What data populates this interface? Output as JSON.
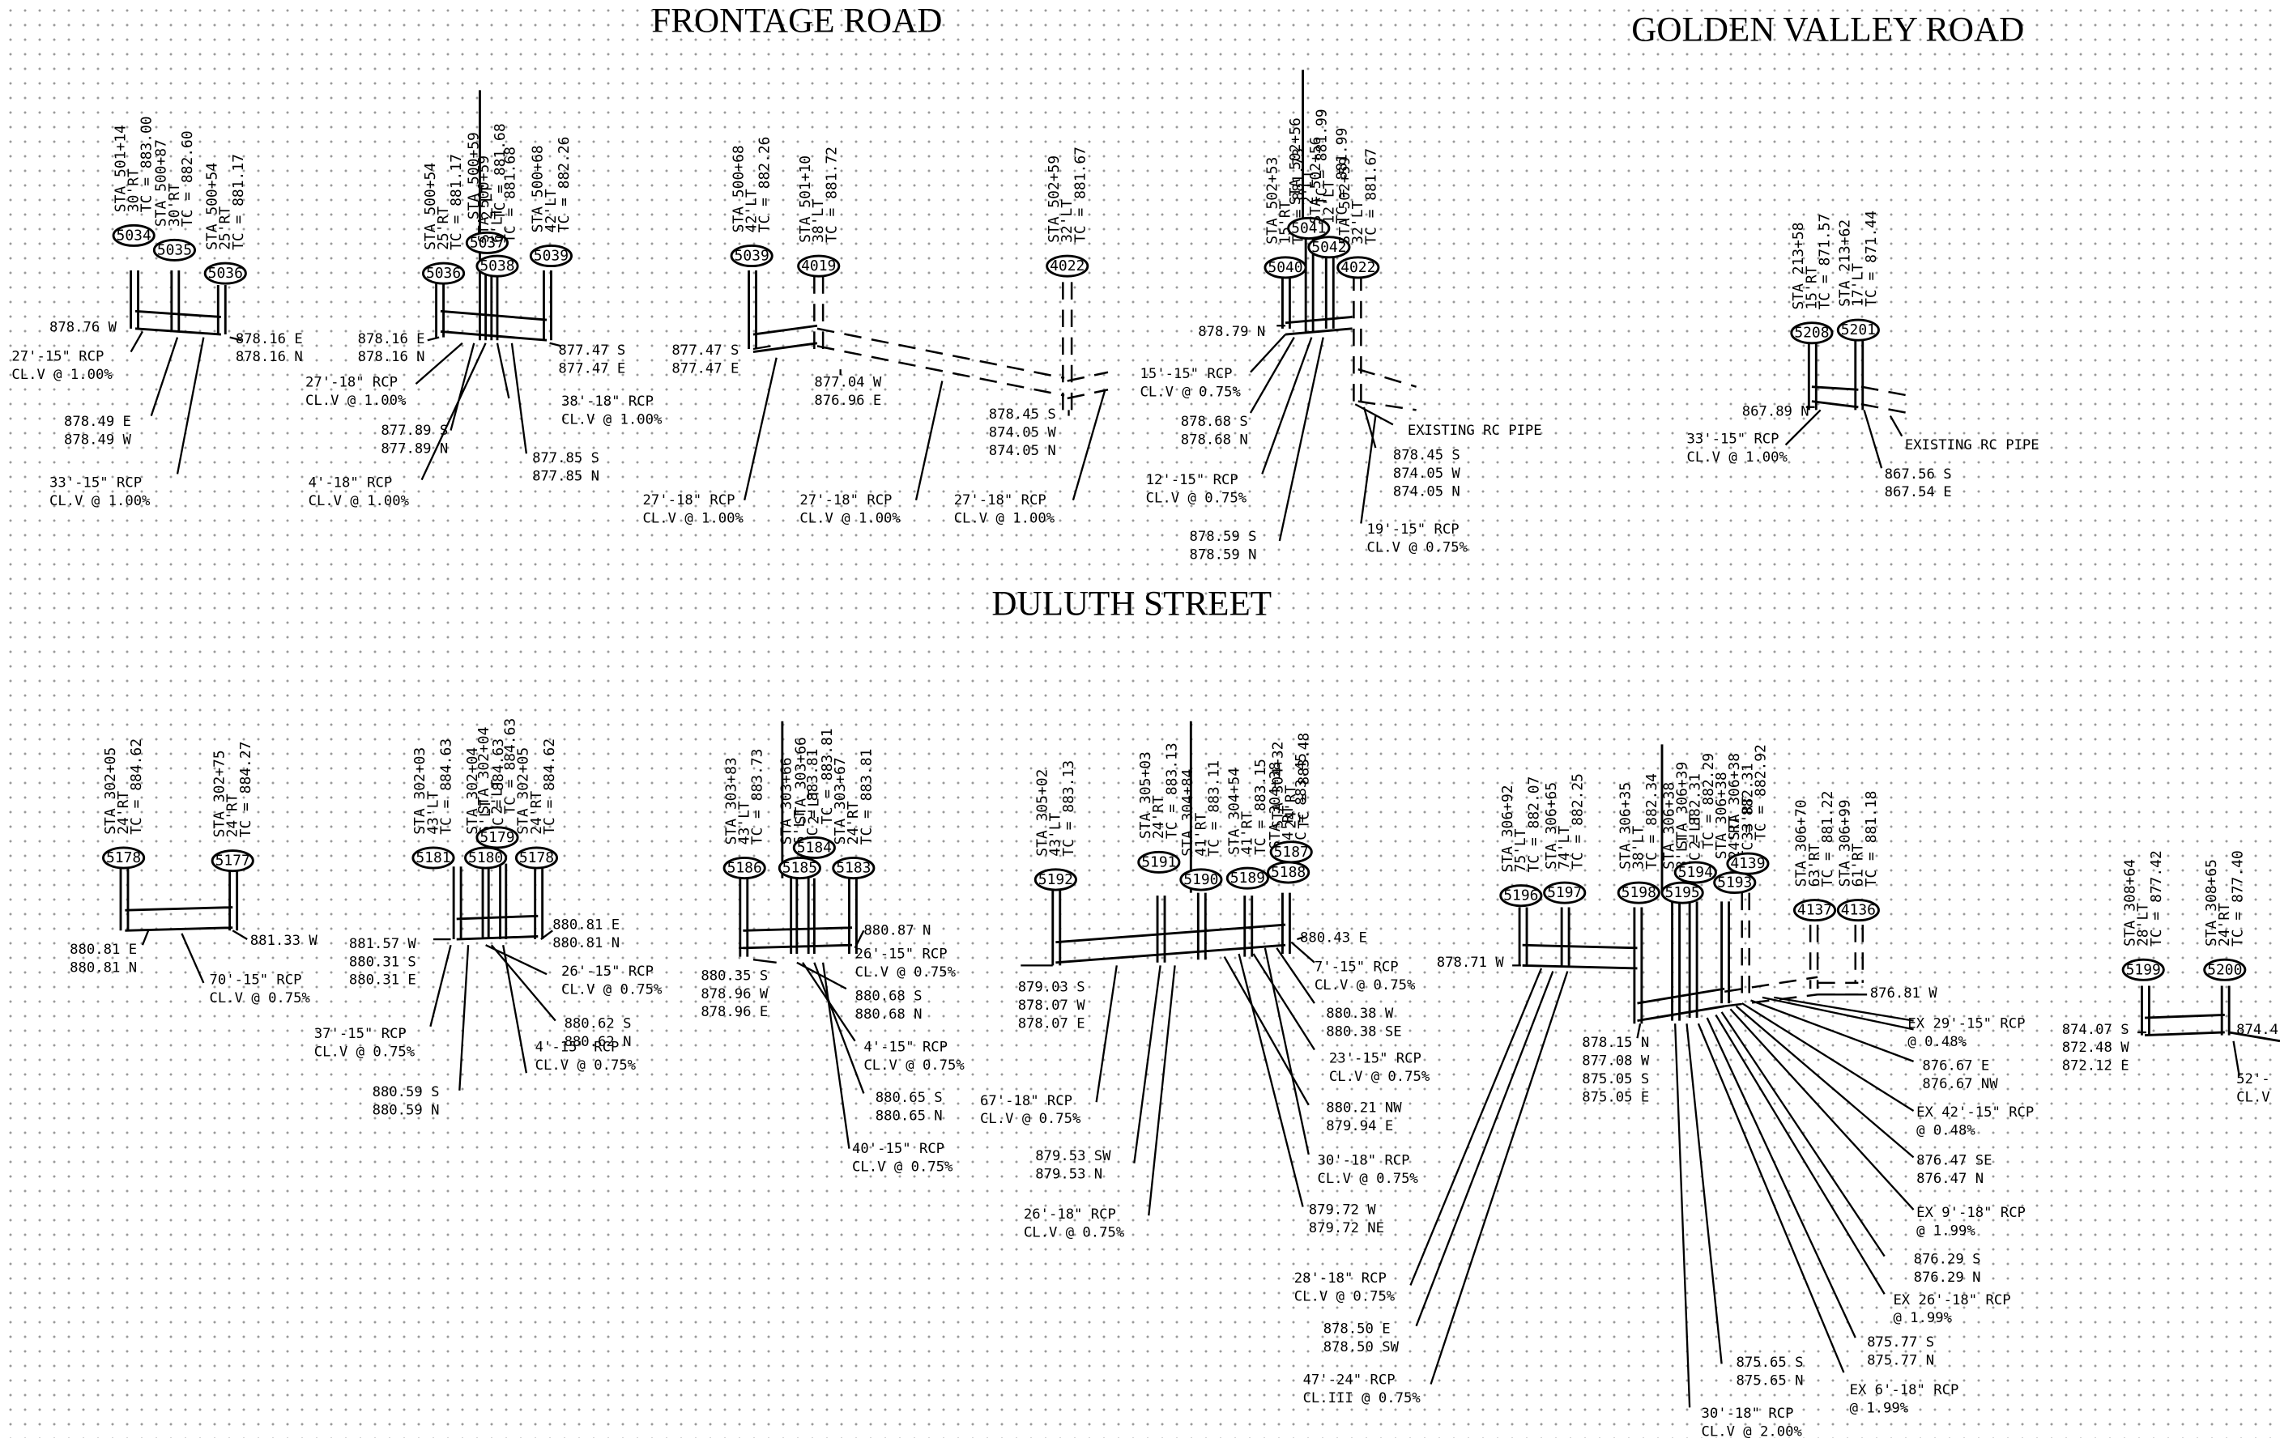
{
  "titles": {
    "frontage": "FRONTAGE ROAD",
    "golden_valley": "GOLDEN VALLEY ROAD",
    "duluth": "DULUTH STREET"
  },
  "structures": [
    {
      "id": "5034",
      "lines": [
        "STA 501+14",
        "30'RT",
        "TC = 883.00"
      ]
    },
    {
      "id": "5035",
      "lines": [
        "STA 500+87",
        "30'RT",
        "TC = 882.60"
      ]
    },
    {
      "id": "5036",
      "lines": [
        "STA 500+54",
        "25'RT",
        "TC = 881.17"
      ]
    },
    {
      "id": "5036",
      "lines": [
        "STA 500+54",
        "25'RT",
        "TC = 881.17"
      ]
    },
    {
      "id": "5037",
      "lines": [
        "STA 500+59",
        "2'LT",
        "TC = 881.68"
      ]
    },
    {
      "id": "5038",
      "lines": [
        "STA 500+59",
        "6'LT",
        "TC = 881.68"
      ]
    },
    {
      "id": "5039",
      "lines": [
        "STA 500+68",
        "42'LT",
        "TC = 882.26"
      ]
    },
    {
      "id": "5039",
      "lines": [
        "STA 500+68",
        "42'LT",
        "TC = 882.26"
      ]
    },
    {
      "id": "4019",
      "lines": [
        "STA 501+10",
        "38'LT",
        "TC = 881.72"
      ]
    },
    {
      "id": "4022",
      "lines": [
        "STA 502+59",
        "32'LT",
        "TC = 881.67"
      ]
    },
    {
      "id": "5040",
      "lines": [
        "STA 502+53",
        "15'RT",
        "TC = 881.73"
      ]
    },
    {
      "id": "5041",
      "lines": [
        "STA 502+56",
        "2'LT",
        "TC = 881.99"
      ]
    },
    {
      "id": "5042",
      "lines": [
        "STA 502+56",
        "12'LT",
        "TC = 881.99"
      ]
    },
    {
      "id": "4022",
      "lines": [
        "STA 502+59",
        "32'LT",
        "TC = 881.67"
      ]
    },
    {
      "id": "5208",
      "lines": [
        "STA 213+58",
        "15'RT",
        "TC = 871.57"
      ]
    },
    {
      "id": "5201",
      "lines": [
        "STA 213+62",
        "17'LT",
        "TC = 871.44"
      ]
    },
    {
      "id": "5178",
      "lines": [
        "STA 302+05",
        "24'RT",
        "TC = 884.62"
      ]
    },
    {
      "id": "5177",
      "lines": [
        "STA 302+75",
        "24'RT",
        "TC = 884.27"
      ]
    },
    {
      "id": "5181",
      "lines": [
        "STA 302+03",
        "43'LT",
        "TC = 884.63"
      ]
    },
    {
      "id": "5180",
      "lines": [
        "STA 302+04",
        "6'LT",
        "TC = 884.63"
      ]
    },
    {
      "id": "5179",
      "lines": [
        "STA 302+04",
        "2'LT",
        "TC = 884.63"
      ]
    },
    {
      "id": "5178",
      "lines": [
        "STA 302+05",
        "24'RT",
        "TC = 884.62"
      ]
    },
    {
      "id": "5186",
      "lines": [
        "STA 303+83",
        "43'LT",
        "TC = 883.73"
      ]
    },
    {
      "id": "5185",
      "lines": [
        "STA 303+66",
        "6'LT",
        "TC = 883.81"
      ]
    },
    {
      "id": "5184",
      "lines": [
        "STA 303+66",
        "2'LT",
        "TC = 883.81"
      ]
    },
    {
      "id": "5183",
      "lines": [
        "STA 303+67",
        "24'RT",
        "TC = 883.81"
      ]
    },
    {
      "id": "5192",
      "lines": [
        "STA 305+02",
        "43'LT",
        "TC = 883.13"
      ]
    },
    {
      "id": "5191",
      "lines": [
        "STA 305+03",
        "24'RT",
        "TC = 883.13"
      ]
    },
    {
      "id": "5190",
      "lines": [
        "STA 304+84",
        "41'RT",
        "TC = 883.11"
      ]
    },
    {
      "id": "5189",
      "lines": [
        "STA 304+54",
        "41'RT",
        "TC = 883.15"
      ]
    },
    {
      "id": "5188",
      "lines": [
        "STA 304+38",
        "24'RT",
        "TC = 883.45"
      ]
    },
    {
      "id": "5187",
      "lines": [
        "STA 304+32",
        "24'RT",
        "TC = 883.48"
      ]
    },
    {
      "id": "5196",
      "lines": [
        "STA 306+92",
        "75'LT",
        "TC = 882.07"
      ]
    },
    {
      "id": "5197",
      "lines": [
        "STA 306+65",
        "74'LT",
        "TC = 882.25"
      ]
    },
    {
      "id": "5198",
      "lines": [
        "STA 306+35",
        "38'LT",
        "TC = 882.34"
      ]
    },
    {
      "id": "5195",
      "lines": [
        "STA 306+38",
        "8'LT",
        "TC = 882.31"
      ]
    },
    {
      "id": "5194",
      "lines": [
        "STA 306+39",
        "2'LT",
        "TC = 882.29"
      ]
    },
    {
      "id": "5193",
      "lines": [
        "STA 306+38",
        "24'RT",
        "TC = 882.31"
      ]
    },
    {
      "id": "4139",
      "lines": [
        "STA 306+38",
        "33'RT",
        "TC = 882.92"
      ]
    },
    {
      "id": "4137",
      "lines": [
        "STA 306+70",
        "63'RT",
        "TC = 881.22"
      ]
    },
    {
      "id": "4136",
      "lines": [
        "STA 306+99",
        "61'RT",
        "TC = 881.18"
      ]
    },
    {
      "id": "5199",
      "lines": [
        "STA 308+64",
        "28'LT",
        "TC = 877.42"
      ]
    },
    {
      "id": "5200",
      "lines": [
        "STA 308+65",
        "24'RT",
        "TC = 877.40"
      ]
    }
  ],
  "callouts": [
    {
      "lines": [
        "878.76 W"
      ]
    },
    {
      "lines": [
        "27'-15\" RCP",
        "CL.V @ 1.00%"
      ]
    },
    {
      "lines": [
        "878.49 E",
        "878.49 W"
      ]
    },
    {
      "lines": [
        "33'-15\" RCP",
        "CL.V @ 1.00%"
      ]
    },
    {
      "lines": [
        "878.16 E",
        "878.16 N"
      ]
    },
    {
      "lines": [
        "878.16 E",
        "878.16 N"
      ]
    },
    {
      "lines": [
        "27'-18\" RCP",
        "CL.V @ 1.00%"
      ]
    },
    {
      "lines": [
        "877.89 S",
        "877.89 N"
      ]
    },
    {
      "lines": [
        "4'-18\" RCP",
        "CL.V @ 1.00%"
      ]
    },
    {
      "lines": [
        "877.47 S",
        "877.47 E"
      ]
    },
    {
      "lines": [
        "38'-18\" RCP",
        "CL.V @ 1.00%"
      ]
    },
    {
      "lines": [
        "877.85 S",
        "877.85 N"
      ]
    },
    {
      "lines": [
        "877.47 S",
        "877.47 E"
      ]
    },
    {
      "lines": [
        "877.04 W",
        "876.96 E"
      ]
    },
    {
      "lines": [
        "27'-18\" RCP",
        "CL.V @ 1.00%"
      ]
    },
    {
      "lines": [
        "27'-18\" RCP",
        "CL.V @ 1.00%"
      ]
    },
    {
      "lines": [
        "878.45 S",
        "874.05 W",
        "874.05 N"
      ]
    },
    {
      "lines": [
        "27'-18\" RCP",
        "CL.V @ 1.00%"
      ]
    },
    {
      "lines": [
        "878.79 N"
      ]
    },
    {
      "lines": [
        "15'-15\" RCP",
        "CL.V @ 0.75%"
      ]
    },
    {
      "lines": [
        "878.68 S",
        "878.68 N"
      ]
    },
    {
      "lines": [
        "12'-15\" RCP",
        "CL.V @ 0.75%"
      ]
    },
    {
      "lines": [
        "878.59 S",
        "878.59 N"
      ]
    },
    {
      "lines": [
        "EXISTING RC PIPE"
      ]
    },
    {
      "lines": [
        "878.45 S",
        "874.05 W",
        "874.05 N"
      ]
    },
    {
      "lines": [
        "19'-15\" RCP",
        "CL.V @ 0.75%"
      ]
    },
    {
      "lines": [
        "867.89 N"
      ]
    },
    {
      "lines": [
        "33'-15\" RCP",
        "CL.V @ 1.00%"
      ]
    },
    {
      "lines": [
        "EXISTING RC PIPE"
      ]
    },
    {
      "lines": [
        "867.56 S",
        "867.54 E"
      ]
    },
    {
      "lines": [
        "880.81 E",
        "880.81 N"
      ]
    },
    {
      "lines": [
        "881.33 W"
      ]
    },
    {
      "lines": [
        "70'-15\" RCP",
        "CL.V @ 0.75%"
      ]
    },
    {
      "lines": [
        "881.57 W",
        "880.31 S",
        "880.31 E"
      ]
    },
    {
      "lines": [
        "880.81 E",
        "880.81 N"
      ]
    },
    {
      "lines": [
        "26'-15\" RCP",
        "CL.V @ 0.75%"
      ]
    },
    {
      "lines": [
        "37'-15\" RCP",
        "CL.V @ 0.75%"
      ]
    },
    {
      "lines": [
        "880.62 S",
        "880.62 N"
      ]
    },
    {
      "lines": [
        "4'-15\" RCP",
        "CL.V @ 0.75%"
      ]
    },
    {
      "lines": [
        "880.59 S",
        "880.59 N"
      ]
    },
    {
      "lines": [
        "880.87 N"
      ]
    },
    {
      "lines": [
        "26'-15\" RCP",
        "CL.V @ 0.75%"
      ]
    },
    {
      "lines": [
        "880.35 S",
        "878.96 W",
        "878.96 E"
      ]
    },
    {
      "lines": [
        "880.68 S",
        "880.68 N"
      ]
    },
    {
      "lines": [
        "4'-15\" RCP",
        "CL.V @ 0.75%"
      ]
    },
    {
      "lines": [
        "880.65 S",
        "880.65 N"
      ]
    },
    {
      "lines": [
        "40'-15\" RCP",
        "CL.V @ 0.75%"
      ]
    },
    {
      "lines": [
        "879.03 S",
        "878.07 W",
        "878.07 E"
      ]
    },
    {
      "lines": [
        "880.43 E"
      ]
    },
    {
      "lines": [
        "7'-15\" RCP",
        "CL.V @ 0.75%"
      ]
    },
    {
      "lines": [
        "880.38 W",
        "880.38 SE"
      ]
    },
    {
      "lines": [
        "23'-15\" RCP",
        "CL.V @ 0.75%"
      ]
    },
    {
      "lines": [
        "67'-18\" RCP",
        "CL.V @ 0.75%"
      ]
    },
    {
      "lines": [
        "880.21 NW",
        "879.94 E"
      ]
    },
    {
      "lines": [
        "879.53 SW",
        "879.53 N"
      ]
    },
    {
      "lines": [
        "30'-18\" RCP",
        "CL.V @ 0.75%"
      ]
    },
    {
      "lines": [
        "26'-18\" RCP",
        "CL.V @ 0.75%"
      ]
    },
    {
      "lines": [
        "879.72 W",
        "879.72 NE"
      ]
    },
    {
      "lines": [
        "878.71 W"
      ]
    },
    {
      "lines": [
        "878.15 N",
        "877.08 W",
        "875.05 S",
        "875.05 E"
      ]
    },
    {
      "lines": [
        "876.81 W"
      ]
    },
    {
      "lines": [
        "EX 29'-15\" RCP",
        "@ 0.48%"
      ]
    },
    {
      "lines": [
        "876.67 E",
        "876.67 NW"
      ]
    },
    {
      "lines": [
        "EX 42'-15\" RCP",
        "@ 0.48%"
      ]
    },
    {
      "lines": [
        "876.47 SE",
        "876.47 N"
      ]
    },
    {
      "lines": [
        "EX 9'-18\" RCP",
        "@ 1.99%"
      ]
    },
    {
      "lines": [
        "876.29 S",
        "876.29 N"
      ]
    },
    {
      "lines": [
        "EX 26'-18\" RCP",
        "@ 1.99%"
      ]
    },
    {
      "lines": [
        "875.77 S",
        "875.77 N"
      ]
    },
    {
      "lines": [
        "EX 6'-18\" RCP",
        "@ 1.99%"
      ]
    },
    {
      "lines": [
        "28'-18\" RCP",
        "CL.V @ 0.75%"
      ]
    },
    {
      "lines": [
        "878.50 E",
        "878.50 SW"
      ]
    },
    {
      "lines": [
        "47'-24\" RCP",
        "CL.III @ 0.75%"
      ]
    },
    {
      "lines": [
        "875.65 S",
        "875.65 N"
      ]
    },
    {
      "lines": [
        "30'-18\" RCP",
        "CL.V @ 2.00%"
      ]
    },
    {
      "lines": [
        "874.07 S",
        "872.48 W",
        "872.12 E"
      ]
    },
    {
      "lines": [
        "874.4"
      ]
    },
    {
      "lines": [
        "52'-",
        "CL.V"
      ]
    }
  ]
}
